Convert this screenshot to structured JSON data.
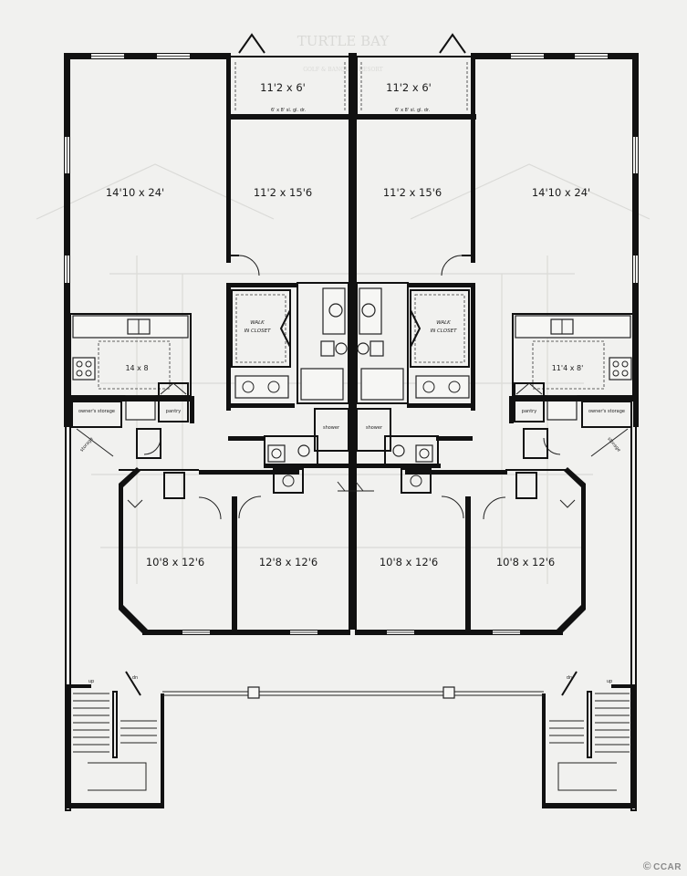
{
  "watermark": {
    "brand": "TURTLE BAY",
    "tagline": "GOLF & BANQUET RESORT"
  },
  "rooms": {
    "left_great_room": "14'10 x 24'",
    "left_porch": "11'2 x 6'",
    "left_master": "11'2 x 15'6",
    "right_porch": "11'2 x 6'",
    "right_master": "11'2 x 15'6",
    "right_great_room": "14'10 x 24'",
    "left_kitchen": "14 x 8",
    "right_kitchen": "11'4 x 8'",
    "bedroom_1": "10'8 x 12'6",
    "bedroom_2": "12'8 x 12'6",
    "bedroom_3": "10'8 x 12'6",
    "bedroom_4": "10'8 x 12'6"
  },
  "labels": {
    "walk_in_closet": "WALK IN CLOSET",
    "owners_storage": "owner's storage",
    "pantry": "pantry",
    "shower": "shower",
    "slider_left": "6' x 8' sl. gl. dr.",
    "slider_right": "6' x 8' sl. gl. dr.",
    "stair_up": "up",
    "stair_down": "dn",
    "storage": "storage"
  },
  "footer": {
    "credit": "CCAR"
  }
}
